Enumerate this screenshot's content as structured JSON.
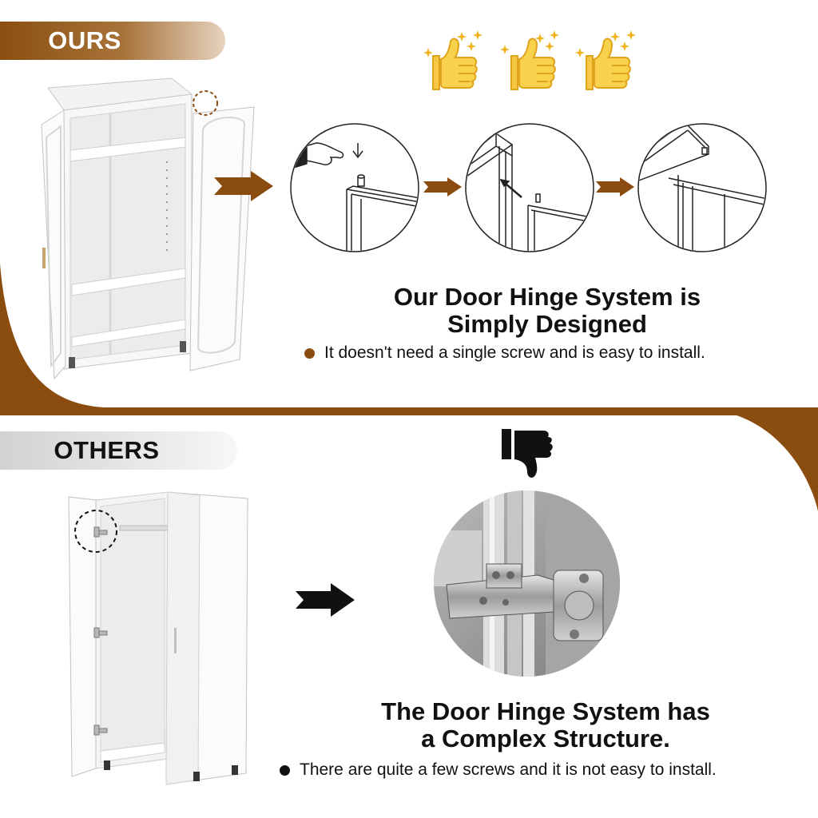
{
  "ours_section": {
    "label": "OURS",
    "heading_line1": "Our Door Hinge System is",
    "heading_line2": "Simply Designed",
    "bullet": "It doesn't need a single screw and is easy to install.",
    "accent_color": "#8b4c0f",
    "rating_icons": [
      "thumbs-up-icon",
      "thumbs-up-icon",
      "thumbs-up-icon"
    ]
  },
  "others_section": {
    "label": "OTHERS",
    "heading_line1": "The Door Hinge System has",
    "heading_line2": "a Complex Structure.",
    "bullet": "There are quite a few screws and it is not easy to install.",
    "rating_icon": "thumbs-down-icon"
  }
}
